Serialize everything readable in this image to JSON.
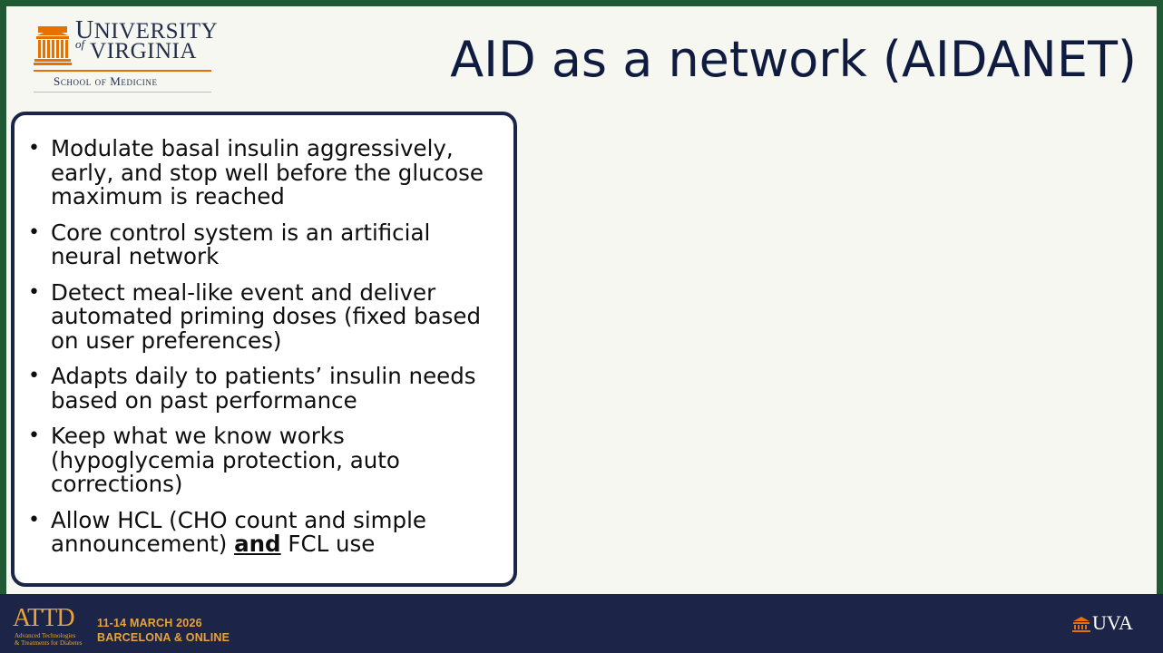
{
  "logo": {
    "university_first": "U",
    "university_rest": "NIVERSITY",
    "of": "of",
    "virginia_first": "V",
    "virginia_rest": "IRGINIA",
    "school": "School of Medicine",
    "accent_color": "#e57200",
    "text_color": "#232d4b"
  },
  "slide": {
    "title": "AID as a network (AIDANET)",
    "bullets": [
      {
        "text": "Modulate basal insulin aggressively, early, and stop well before the glucose maximum is reached"
      },
      {
        "text": "Core control system is an artificial neural network"
      },
      {
        "text": "Detect meal-like event and deliver automated priming doses (fixed based on user preferences)"
      },
      {
        "text": "Adapts daily to patients’ insulin needs based on past performance"
      },
      {
        "text": "Keep what we know works (hypoglycemia protection, auto corrections)"
      },
      {
        "pre": "Allow HCL (CHO count and simple announcement) ",
        "emph": "and",
        "post": " FCL use"
      }
    ]
  },
  "footer": {
    "att_logo": "ATTD",
    "att_sub_line1": "Advanced Technologies",
    "att_sub_line2": "& Treatments for Diabetes",
    "event_date": "11-14 MARCH 2026",
    "event_location": "BARCELONA & ONLINE",
    "uva_label": "UVA",
    "background_color": "#1c2547",
    "accent_color": "#e8a33c"
  },
  "icons": {
    "logo": "rotunda-icon",
    "footer": "rotunda-icon"
  }
}
